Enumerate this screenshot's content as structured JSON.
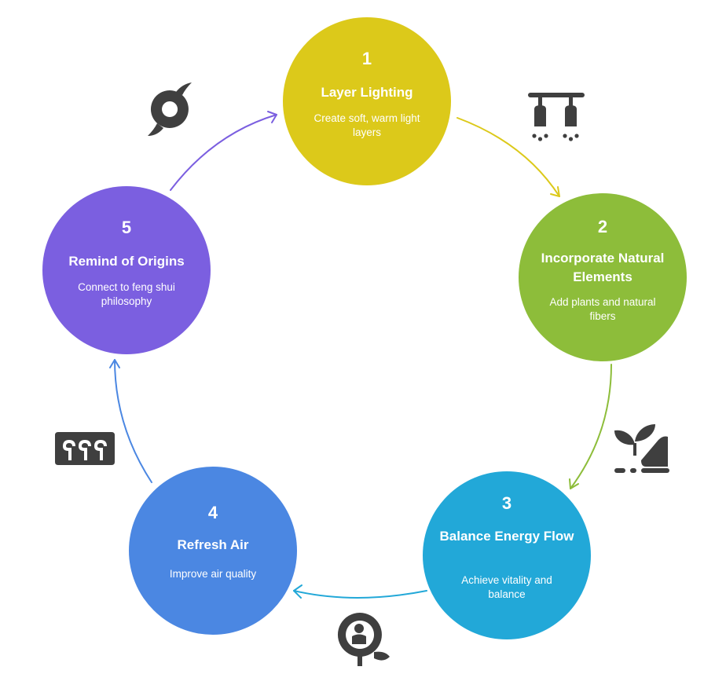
{
  "steps": [
    {
      "number": "1",
      "title": "Layer Lighting",
      "description": "Create soft, warm light layers",
      "color": "#DCC91A",
      "icon": "pendant-lights-icon"
    },
    {
      "number": "2",
      "title": "Incorporate Natural Elements",
      "description": "Add plants and natural fibers",
      "color": "#8DBD3A",
      "icon": "plant-hand-icon"
    },
    {
      "number": "3",
      "title": "Balance Energy Flow",
      "description": "Achieve vitality and balance",
      "color": "#22A8D8",
      "icon": "meditation-energy-icon"
    },
    {
      "number": "4",
      "title": "Refresh Air",
      "description": "Improve air quality",
      "color": "#4B87E2",
      "icon": "air-flow-icon"
    },
    {
      "number": "5",
      "title": "Remind of Origins",
      "description": "Connect to feng shui philosophy",
      "color": "#7B5FE0",
      "icon": "swirl-icon"
    }
  ],
  "icon_color": "#3F3F3F"
}
